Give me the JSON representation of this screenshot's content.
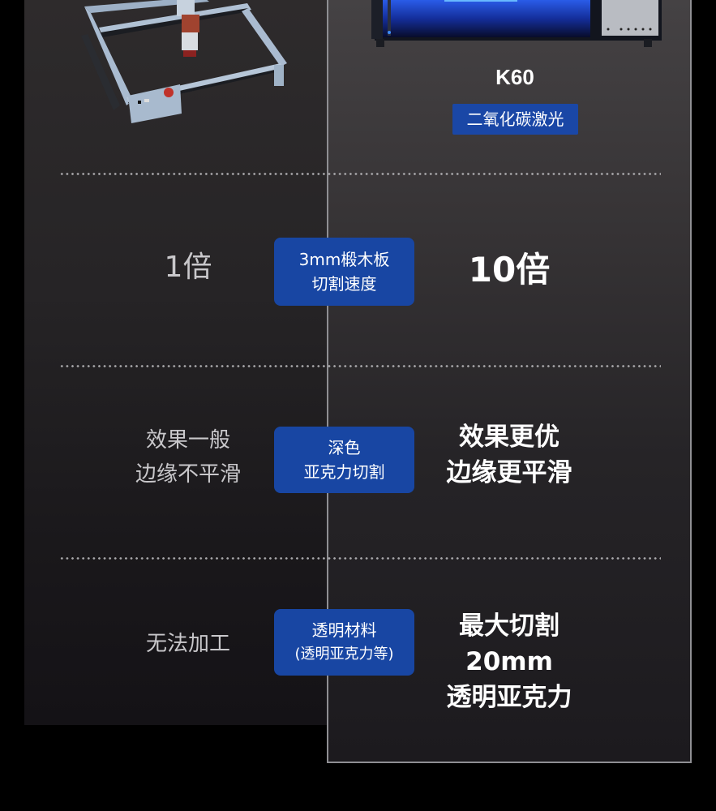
{
  "products": {
    "left": {
      "image": "diode-laser-engraver-image"
    },
    "right": {
      "image": "k60-co2-laser-machine-image",
      "model": "K60",
      "tag": "二氧化碳激光"
    }
  },
  "rows": [
    {
      "label_line1": "3mm椴木板",
      "label_line2": "切割速度",
      "left_value": "1倍",
      "right_value": "10倍"
    },
    {
      "label_line1": "深色",
      "label_line2": "亚克力切割",
      "left_line1": "效果一般",
      "left_line2": "边缘不平滑",
      "right_line1": "效果更优",
      "right_line2": "边缘更平滑"
    },
    {
      "label_line1": "透明材料",
      "label_line2": "(透明亚克力等)",
      "left_value": "无法加工",
      "right_line1": "最大切割",
      "right_line2": "20mm",
      "right_line3": "透明亚克力"
    }
  ],
  "colors": {
    "accent_blue": "#1846a3",
    "background": "#000000",
    "panel_border": "#8f8f93"
  }
}
